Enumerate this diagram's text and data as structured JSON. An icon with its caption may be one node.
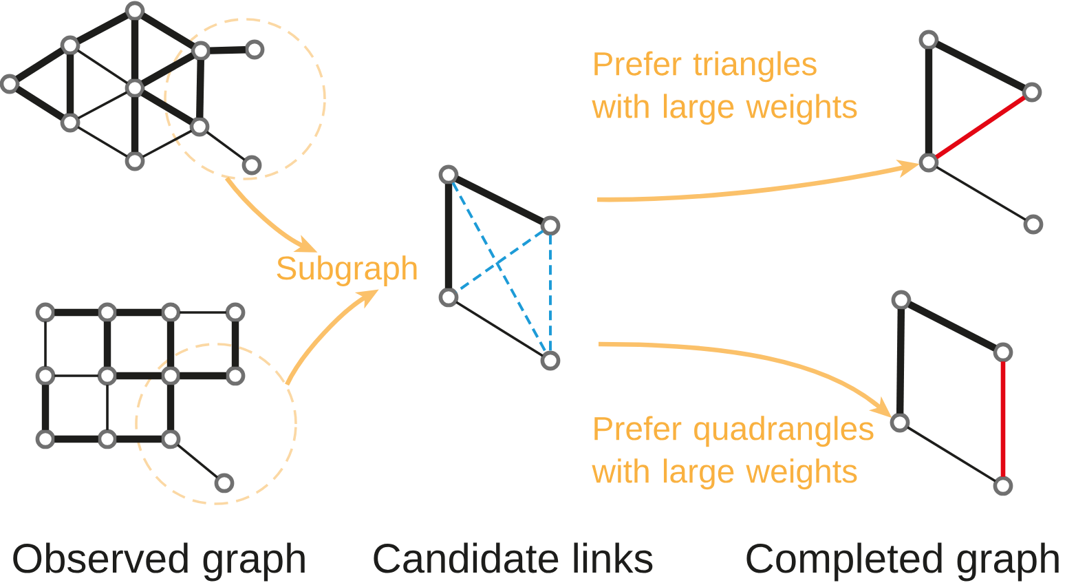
{
  "diagram": {
    "nodes": [
      {
        "text": [],
        "shape": "circle"
      },
      {
        "text": [],
        "shape": "circle"
      },
      {
        "text": [],
        "shape": "circle"
      },
      {
        "text": [],
        "shape": "circle"
      },
      {
        "text": [],
        "shape": "circle"
      },
      {
        "text": [],
        "shape": "circle"
      },
      {
        "text": [],
        "shape": "circle"
      },
      {
        "text": [],
        "shape": "circle",
        "in": 6
      },
      {
        "text": [],
        "shape": "circle",
        "in": 6
      },
      {
        "text": [],
        "shape": "circle",
        "in": 6
      },
      {
        "text": [],
        "shape": "circle",
        "in": 6
      },
      {
        "text": [],
        "shape": "circle"
      },
      {
        "text": [],
        "shape": "circle"
      },
      {
        "text": [],
        "shape": "circle"
      },
      {
        "text": [],
        "shape": "circle"
      },
      {
        "text": [],
        "shape": "circle"
      },
      {
        "text": [],
        "shape": "circle"
      },
      {
        "text": [],
        "shape": "circle"
      },
      {
        "text": [],
        "shape": "circle"
      },
      {
        "text": [],
        "shape": "circle"
      },
      {
        "text": [],
        "shape": "circle",
        "in": 19
      },
      {
        "text": [],
        "shape": "circle",
        "in": 19
      },
      {
        "text": [],
        "shape": "circle",
        "in": 19
      },
      {
        "text": [],
        "shape": "circle",
        "in": 19
      },
      {
        "text": [
          "Subgraph"
        ]
      },
      {
        "text": [],
        "shape": "circle"
      },
      {
        "text": [],
        "shape": "circle"
      },
      {
        "text": [],
        "shape": "circle"
      },
      {
        "text": [],
        "shape": "circle"
      },
      {
        "text": [],
        "shape": "circle"
      },
      {
        "text": [],
        "shape": "circle"
      },
      {
        "text": [],
        "shape": "circle"
      },
      {
        "text": [],
        "shape": "circle"
      },
      {
        "text": [],
        "shape": "circle"
      },
      {
        "text": [],
        "shape": "circle"
      },
      {
        "text": [],
        "shape": "circle"
      },
      {
        "text": [],
        "shape": "circle"
      }
    ],
    "edges": [
      {
        "from": 0,
        "to": 1,
        "arrow": "none"
      },
      {
        "from": 0,
        "to": 4,
        "arrow": "none"
      },
      {
        "from": 1,
        "to": 2,
        "arrow": "none"
      },
      {
        "from": 1,
        "to": 4,
        "arrow": "none"
      },
      {
        "from": 1,
        "to": 3,
        "arrow": "none"
      },
      {
        "from": 2,
        "to": 3,
        "arrow": "none"
      },
      {
        "from": 2,
        "to": 7,
        "arrow": "none"
      },
      {
        "from": 3,
        "to": 4,
        "arrow": "none"
      },
      {
        "from": 3,
        "to": 5,
        "arrow": "none"
      },
      {
        "from": 3,
        "to": 7,
        "arrow": "none"
      },
      {
        "from": 3,
        "to": 9,
        "arrow": "none"
      },
      {
        "from": 4,
        "to": 5,
        "arrow": "none"
      },
      {
        "from": 5,
        "to": 9,
        "arrow": "none"
      },
      {
        "from": 7,
        "to": 8,
        "arrow": "none"
      },
      {
        "from": 7,
        "to": 9,
        "arrow": "none"
      },
      {
        "from": 9,
        "to": 10,
        "arrow": "none"
      },
      {
        "from": 11,
        "to": 12,
        "arrow": "none"
      },
      {
        "from": 12,
        "to": 13,
        "arrow": "none"
      },
      {
        "from": 13,
        "to": 14,
        "arrow": "none"
      },
      {
        "from": 11,
        "to": 15,
        "arrow": "none"
      },
      {
        "from": 12,
        "to": 16,
        "arrow": "none"
      },
      {
        "from": 13,
        "to": 20,
        "arrow": "none"
      },
      {
        "from": 14,
        "to": 21,
        "arrow": "none"
      },
      {
        "from": 15,
        "to": 16,
        "arrow": "none"
      },
      {
        "from": 16,
        "to": 20,
        "arrow": "none"
      },
      {
        "from": 20,
        "to": 21,
        "arrow": "none"
      },
      {
        "from": 15,
        "to": 17,
        "arrow": "none"
      },
      {
        "from": 16,
        "to": 18,
        "arrow": "none"
      },
      {
        "from": 20,
        "to": 22,
        "arrow": "none"
      },
      {
        "from": 17,
        "to": 18,
        "arrow": "none"
      },
      {
        "from": 18,
        "to": 22,
        "arrow": "none"
      },
      {
        "from": 22,
        "to": 23,
        "arrow": "none"
      },
      {
        "from": 6,
        "to": 24,
        "arrow": "to",
        "color": "#fbc16a"
      },
      {
        "from": 19,
        "to": 24,
        "arrow": "to",
        "color": "#fbc16a"
      },
      {
        "from": 25,
        "to": 26,
        "arrow": "none"
      },
      {
        "from": 25,
        "to": 27,
        "arrow": "none"
      },
      {
        "from": 27,
        "to": 28,
        "arrow": "none"
      },
      {
        "from": 25,
        "to": 28,
        "arrow": "none",
        "style": "dashed",
        "color": "#1d9bd7"
      },
      {
        "from": 26,
        "to": 27,
        "arrow": "none",
        "style": "dashed",
        "color": "#1d9bd7"
      },
      {
        "from": 26,
        "to": 28,
        "arrow": "none",
        "style": "dashed",
        "color": "#1d9bd7"
      },
      {
        "from": 29,
        "to": 30,
        "arrow": "none"
      },
      {
        "from": 29,
        "to": 31,
        "arrow": "none"
      },
      {
        "from": 30,
        "to": 31,
        "arrow": "none",
        "color": "#e30613"
      },
      {
        "from": 31,
        "to": 32,
        "arrow": "none"
      },
      {
        "from": null,
        "to": 31,
        "arrow": "to",
        "color": "#fbc16a",
        "label": "Prefer triangles with large weights"
      },
      {
        "from": 33,
        "to": 34,
        "arrow": "none"
      },
      {
        "from": 33,
        "to": 35,
        "arrow": "none"
      },
      {
        "from": 34,
        "to": 36,
        "arrow": "none",
        "color": "#e30613"
      },
      {
        "from": 35,
        "to": 36,
        "arrow": "none"
      },
      {
        "from": null,
        "to": 35,
        "arrow": "to",
        "color": "#fbc16a",
        "label": "Prefer quadrangles with large weights"
      }
    ],
    "labels": [
      "Observed graph",
      "Candidate links",
      "Completed graph"
    ]
  }
}
